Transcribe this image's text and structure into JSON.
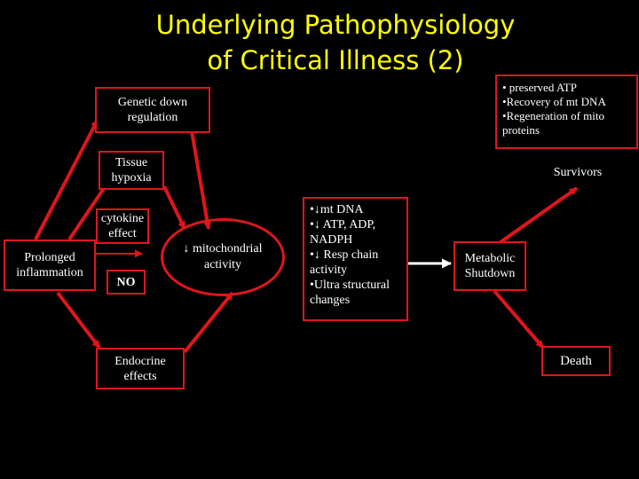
{
  "title": {
    "line1": "Underlying Pathophysiology",
    "line2": "of Critical Illness (2)"
  },
  "nodes": {
    "genetic": [
      "Genetic down",
      "regulation"
    ],
    "tissue_hypoxia": [
      "Tissue",
      "hypoxia"
    ],
    "cytokine": [
      "cytokine",
      "effect"
    ],
    "prolonged_inflammation": [
      "Prolonged",
      "inflammation"
    ],
    "no": "NO",
    "endocrine": [
      "Endocrine",
      "effects"
    ],
    "mito_activity": [
      "↓ mitochondrial",
      "activity"
    ],
    "mito_effects": [
      "•↓mt DNA",
      "•↓ ATP, ADP,",
      "NADPH",
      "•↓ Resp chain",
      "activity",
      "•Ultra structural",
      "changes"
    ],
    "metabolic_shutdown": [
      "Metabolic",
      "Shutdown"
    ],
    "recovery": [
      "• preserved ATP",
      "•Recovery of  mt DNA",
      "•Regeneration of mito",
      "proteins"
    ],
    "survivors": "Survivors",
    "death": "Death"
  },
  "colors": {
    "background": "#000000",
    "title": "#ffff00",
    "border": "#e0151b",
    "text": "#ffffff"
  }
}
